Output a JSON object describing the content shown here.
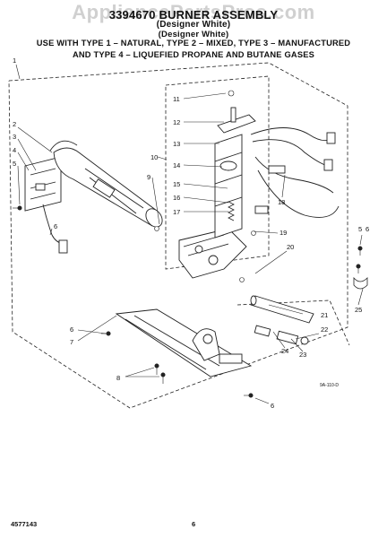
{
  "header": {
    "watermark": "AppliancePartsPros.com",
    "title": "3394670 BURNER ASSEMBLY",
    "subtitle1": "(Designer White)",
    "subtitle2": "(Designer White)",
    "use_line1": "USE WITH TYPE 1 – NATURAL, TYPE 2 – MIXED, TYPE 3 – MANUFACTURED",
    "use_line2": "AND TYPE 4 – LIQUEFIED PROPANE AND BUTANE GASES"
  },
  "callouts": {
    "c1": "1",
    "c2": "2",
    "c3": "3",
    "c4": "4",
    "c5": "5",
    "c6": "6",
    "c6b": "6",
    "c6c": "6",
    "c7": "7",
    "c8": "8",
    "c9": "9",
    "c10": "10",
    "c11": "11",
    "c12": "12",
    "c13": "13",
    "c14": "14",
    "c15": "15",
    "c16": "16",
    "c17": "17",
    "c18": "18",
    "c19": "19",
    "c20": "20",
    "c21": "21",
    "c22": "22",
    "c23": "23",
    "c24": "24",
    "c25": "25",
    "c5b": "5"
  },
  "diagram_ref": "9A-110-D",
  "footer": {
    "part_number": "4577143",
    "page_number": "6"
  }
}
